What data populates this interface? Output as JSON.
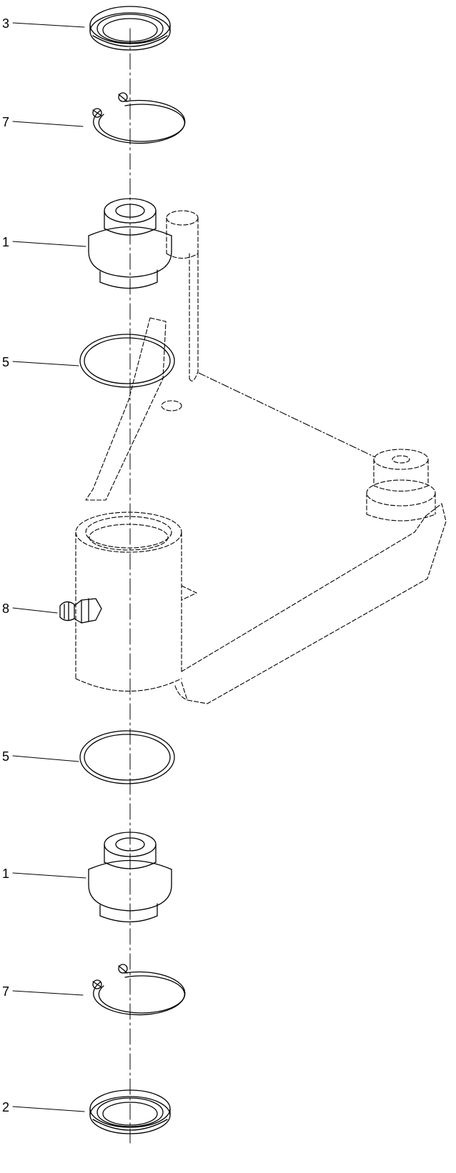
{
  "callouts": [
    {
      "id": "c-top-3",
      "label": "3"
    },
    {
      "id": "c-top-7",
      "label": "7"
    },
    {
      "id": "c-top-1",
      "label": "1"
    },
    {
      "id": "c-top-5",
      "label": "5"
    },
    {
      "id": "c-8",
      "label": "8"
    },
    {
      "id": "c-bot-5",
      "label": "5"
    },
    {
      "id": "c-bot-1",
      "label": "1"
    },
    {
      "id": "c-bot-7",
      "label": "7"
    },
    {
      "id": "c-bot-2",
      "label": "2"
    }
  ]
}
